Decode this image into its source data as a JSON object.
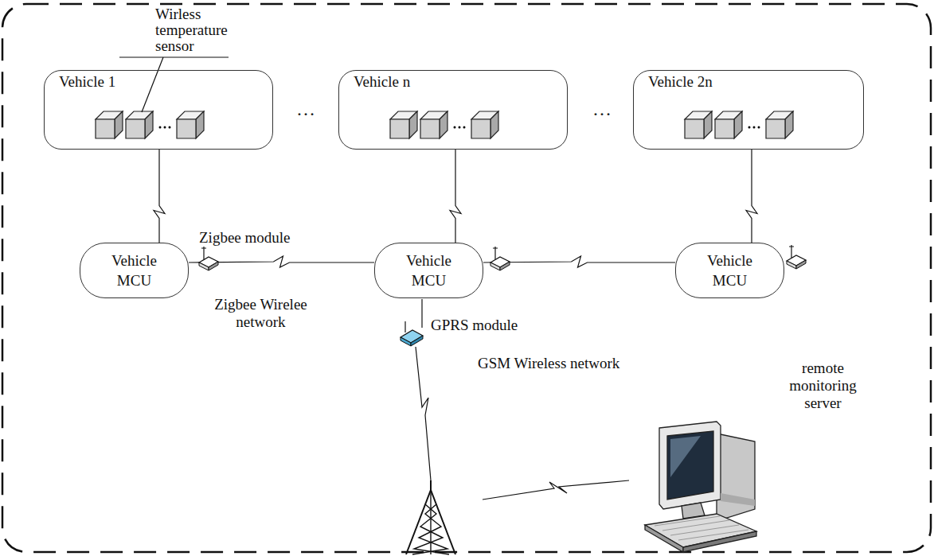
{
  "diagram": {
    "nodes": [
      {
        "text": [
          "Vehicle 1"
        ]
      },
      {
        "text": [
          "Vehicle n"
        ]
      },
      {
        "text": [
          "Vehicle 2n"
        ]
      },
      {
        "text": [
          "Vehicle MCU"
        ]
      },
      {
        "text": [
          "Vehicle MCU"
        ]
      },
      {
        "text": [
          "Vehicle MCU"
        ]
      }
    ],
    "edges": [
      {
        "from": 0,
        "to": 3,
        "arrow": "none"
      },
      {
        "from": 1,
        "to": 4,
        "arrow": "none"
      },
      {
        "from": 2,
        "to": 5,
        "arrow": "none"
      },
      {
        "from": 3,
        "to": 4,
        "arrow": "none"
      },
      {
        "from": 4,
        "to": 5,
        "arrow": "none"
      }
    ],
    "labels": [
      "Wirless temperature sensor",
      "…",
      "…",
      "Zigbee module",
      "Zigbee Wirelee network",
      "GPRS module",
      "GSM Wireless network",
      "remote monitoring server"
    ]
  }
}
